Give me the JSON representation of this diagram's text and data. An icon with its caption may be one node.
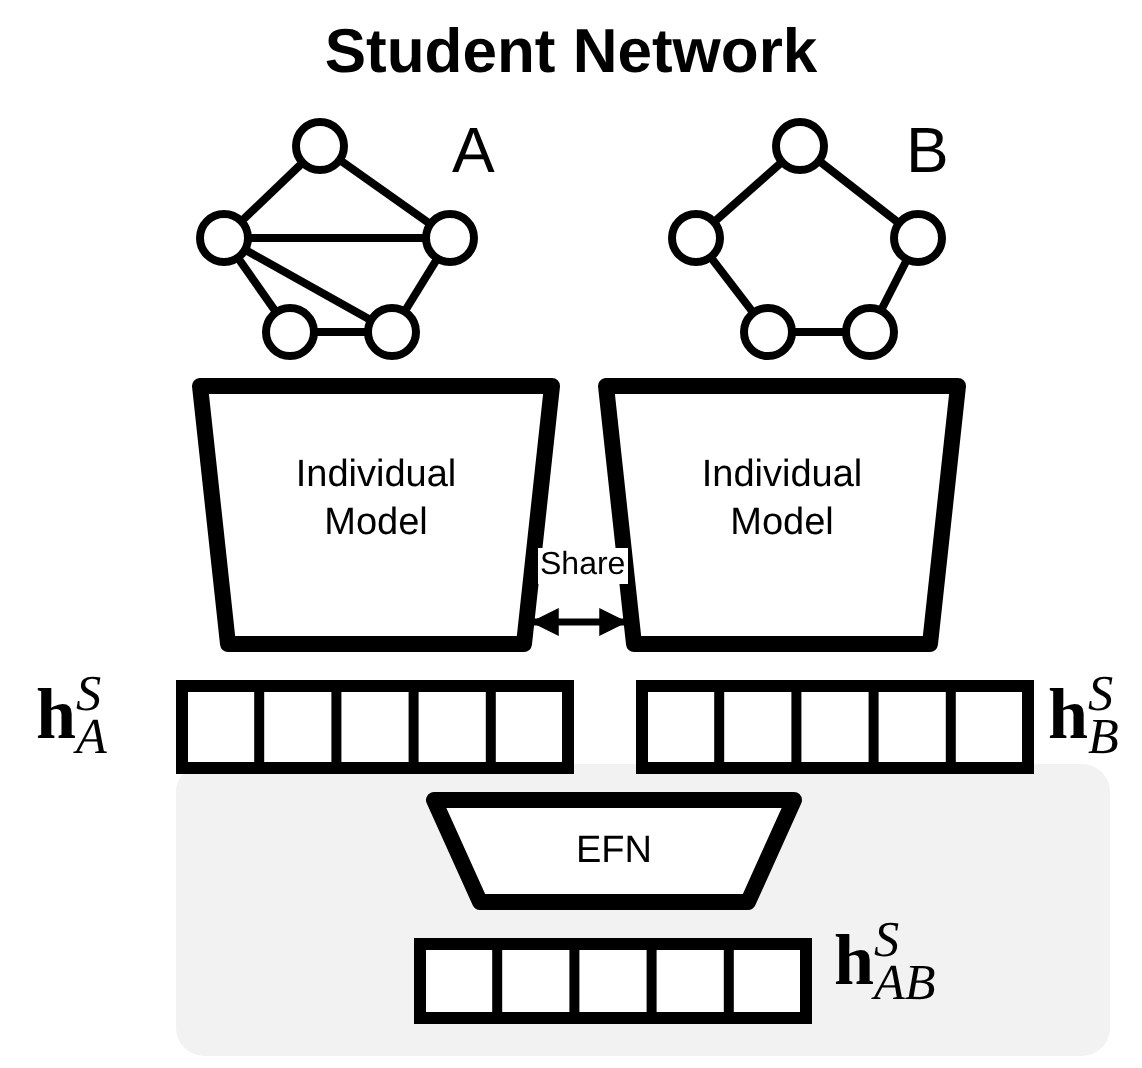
{
  "diagram": {
    "title": "Student Network",
    "nodes": [
      {
        "text": [
          "Individual Model"
        ]
      },
      {
        "text": [
          "Individual Model"
        ]
      },
      {
        "text": [],
        "shape": "bar",
        "beside": [
          "**h**$^{S}$$_{A}$"
        ]
      },
      {
        "text": [],
        "shape": "bar",
        "beside": [
          "**h**$^{S}$$_{B}$"
        ]
      },
      {
        "text": [],
        "shape": "box"
      },
      {
        "text": [
          "EFN"
        ],
        "in": 4
      },
      {
        "text": [],
        "shape": "bar",
        "in": 4,
        "beside": [
          "**h**$^{S}$$_{AB}$"
        ]
      }
    ],
    "edges": [
      {
        "from": 0,
        "to": 1,
        "arrow": "both",
        "label": "Share"
      }
    ],
    "labels": [
      "A",
      "B"
    ]
  }
}
